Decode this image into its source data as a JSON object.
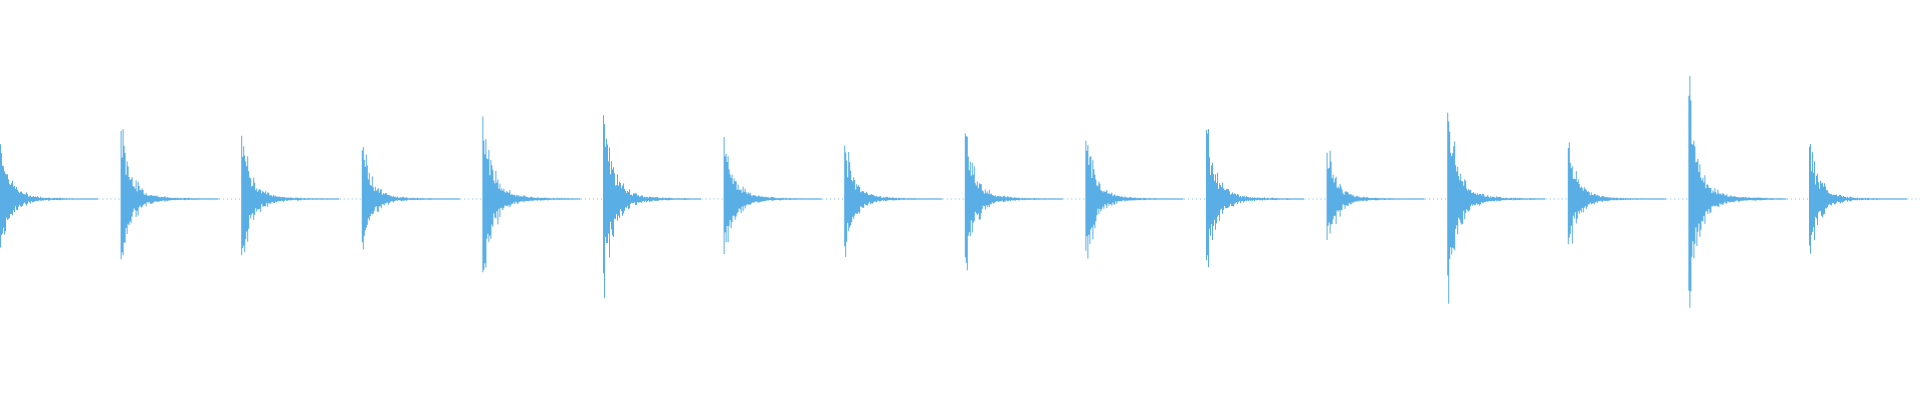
{
  "waveform": {
    "color": "#5aaee6",
    "background": "#ffffff",
    "transients": [
      {
        "peak": 0.45
      },
      {
        "peak": 0.56
      },
      {
        "peak": 0.52
      },
      {
        "peak": 0.4
      },
      {
        "peak": 0.68
      },
      {
        "peak": 0.69
      },
      {
        "peak": 0.51
      },
      {
        "peak": 0.44
      },
      {
        "peak": 0.54
      },
      {
        "peak": 0.48
      },
      {
        "peak": 0.57
      },
      {
        "peak": 0.38
      },
      {
        "peak": 0.71
      },
      {
        "peak": 0.42
      },
      {
        "peak": 0.85
      },
      {
        "peak": 0.43
      }
    ]
  }
}
